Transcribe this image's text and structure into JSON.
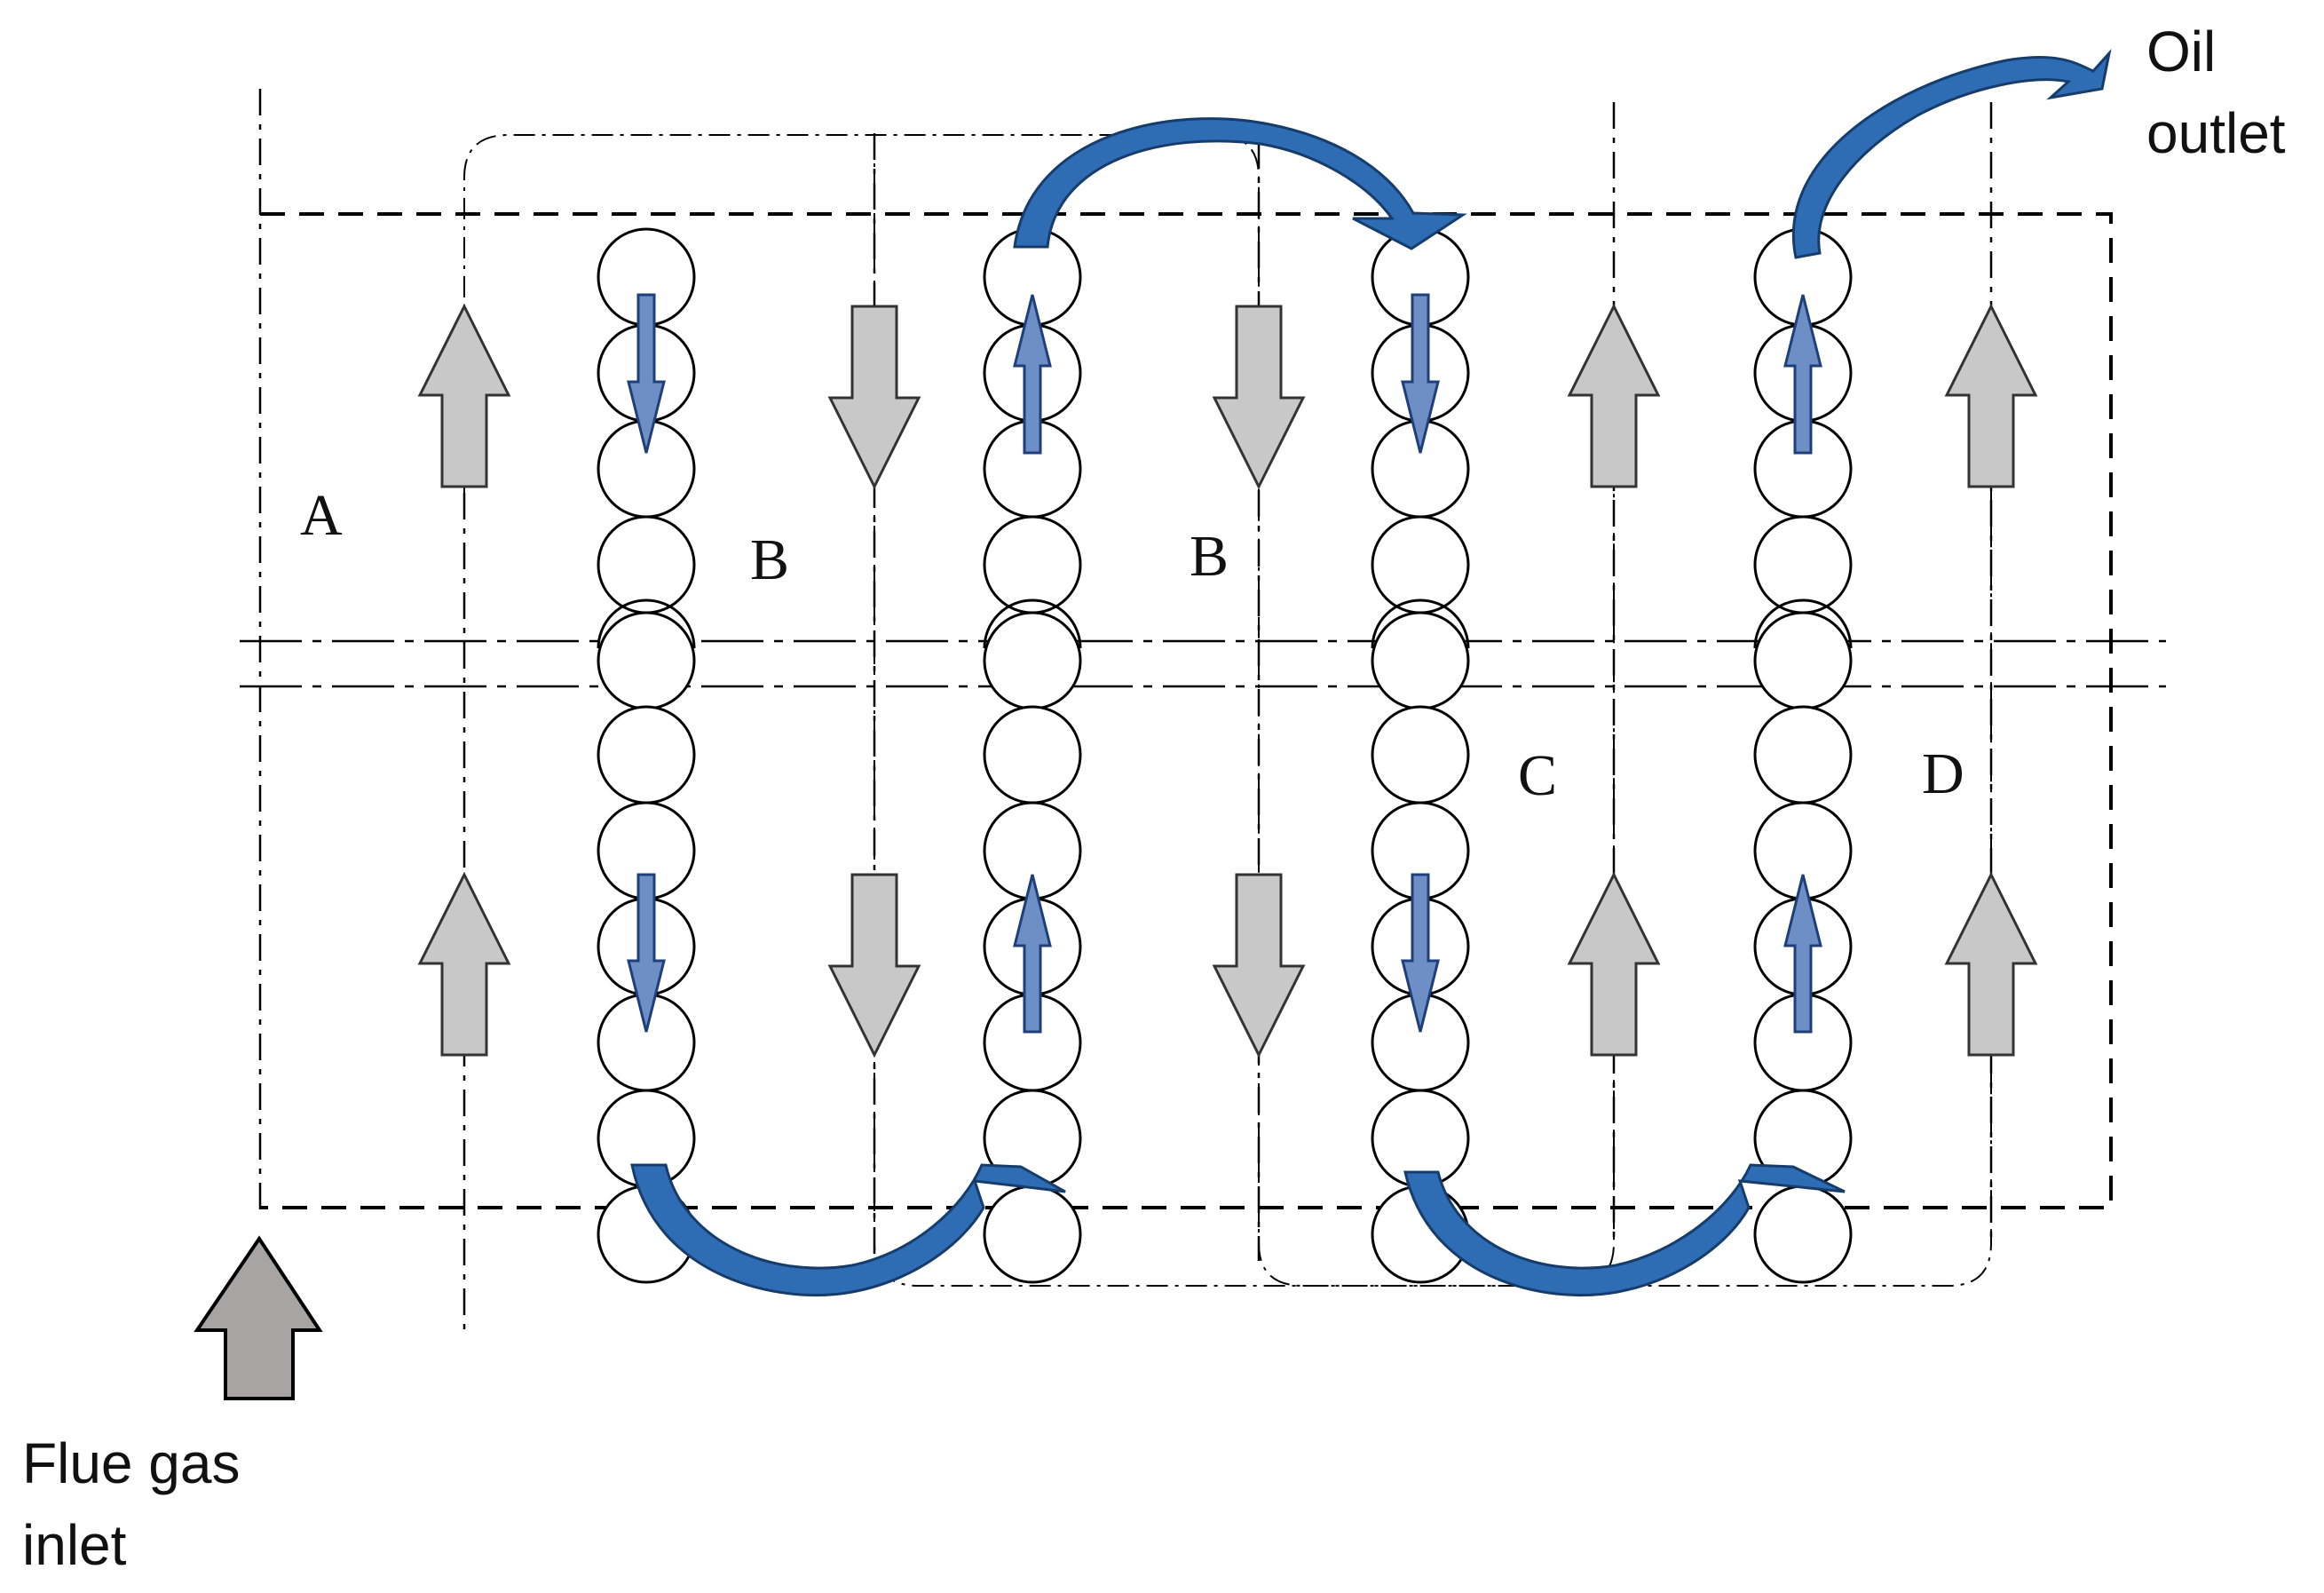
{
  "labels": {
    "flue_gas_inlet": [
      "Flue gas",
      "inlet"
    ],
    "oil_outlet": [
      "Oil",
      "outlet"
    ],
    "zones": [
      "A",
      "B",
      "B",
      "C",
      "D"
    ]
  },
  "diagram": {
    "tube_rows": 4,
    "tubes_per_half": 5,
    "oil_flow_direction_per_row": [
      "down",
      "up",
      "down",
      "up"
    ],
    "gas_flow_direction_per_passage": [
      "up",
      "down",
      "down",
      "up",
      "up"
    ]
  },
  "colors": {
    "line": "#000000",
    "gas_arrow_fill": "#c8c8c8",
    "gas_arrow_stroke": "#333333",
    "inlet_arrow_fill": "#a8a4a4",
    "oil_arrow_fill": "#6e8fc6",
    "oil_arrow_stroke": "#1f3f7a",
    "curve_arrow_fill": "#2e6db4",
    "curve_arrow_stroke": "#163c6c"
  }
}
